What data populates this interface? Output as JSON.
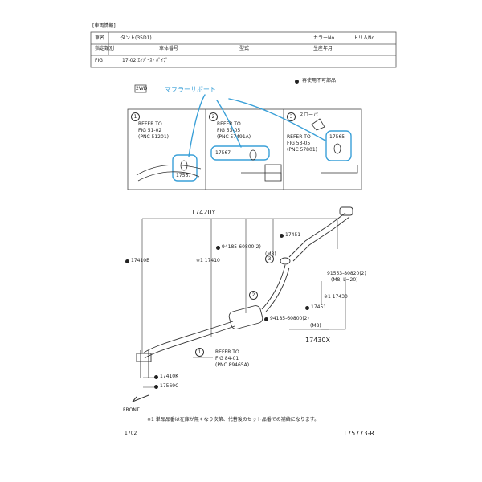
{
  "header": {
    "section": "[車両情報]",
    "car_name_label": "車名",
    "car_name_value": "タント(35D1)",
    "color_label": "カラーNo.",
    "trim_label": "トリムNo.",
    "designation_label": "指定類別",
    "chassis_label": "車体番号",
    "model_label": "型式",
    "production_label": "生産年月",
    "fig_label": "FIG",
    "fig_value": "17-02 ｴｷｿﾞｰｽﾄ ﾊﾟｲﾌﾟ"
  },
  "notes": {
    "drive": "2WD",
    "not_reusable": "再使用不可部品",
    "handwritten": "マフラーサポート",
    "slope": "スローパ"
  },
  "panels": {
    "p1": {
      "num": "1",
      "refer": "REFER TO",
      "fig": "FIG   51-02",
      "pnc": "(PNC 51201)",
      "part": "17567"
    },
    "p2": {
      "num": "2",
      "refer": "REFER TO",
      "fig": "FIG   53-05",
      "pnc": "(PNC 57491A)",
      "part": "17567"
    },
    "p3": {
      "num": "3",
      "refer": "REFER TO",
      "fig": "FIG   53-05",
      "pnc": "(PNC 57801)",
      "part": "17565"
    }
  },
  "parts": {
    "p17420Y": "17420Y",
    "p17451a": "17451",
    "p94185a": "94185-60800(2)",
    "m8a": "(M8)",
    "p17410B": "17410B",
    "p17410": "※1  17410",
    "p91553": "91553-80820(2)",
    "m8l20": "(M8, L=20)",
    "p17430": "※1  17430",
    "p17451b": "17451",
    "p94185b": "94185-60800(2)",
    "m8b": "(M8)",
    "p17430X": "17430X",
    "refer_b": "REFER TO",
    "fig_b": "FIG   84-01",
    "pnc_b": "(PNC 89465A)",
    "p17410K": "17410K",
    "p17569C": "17569C",
    "front": "FRONT",
    "c2": "2",
    "c3": "3",
    "c1": "1"
  },
  "footer": {
    "note": "※1 単品品番は在庫が無くなり次第、代替後のセット品番での補給になります。",
    "left_code": "1702",
    "right_code": "175773-R"
  }
}
